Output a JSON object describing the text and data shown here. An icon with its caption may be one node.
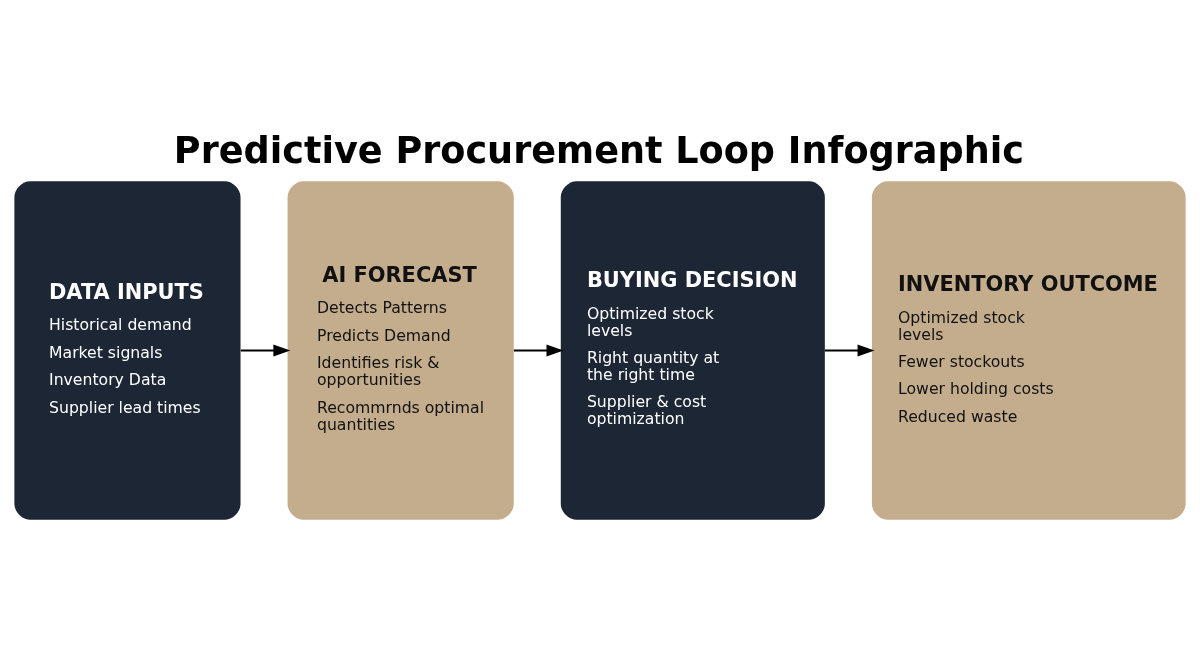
{
  "diagram": {
    "title": "Predictive Procurement Loop Infographic",
    "nodes": [
      {
        "text": [
          "DATA INPUTS",
          "Historical demand",
          "Market signals",
          "Inventory Data",
          "Supplier lead times"
        ]
      },
      {
        "text": [
          "AI FORECAST",
          "Detects Patterns",
          "Predicts Demand",
          "Identifies risk & opportunities",
          "Recommrnds optimal quantities"
        ]
      },
      {
        "text": [
          "BUYING DECISION",
          "Optimized stock levels",
          "Right quantity at the right time",
          "Supplier & cost optimization"
        ]
      },
      {
        "text": [
          "INVENTORY OUTCOME",
          "Optimized stock levels",
          "Fewer stockouts",
          "Lower holding costs",
          "Reduced waste"
        ]
      }
    ],
    "edges": [
      {
        "from": 0,
        "to": 1,
        "arrow": "to"
      },
      {
        "from": 1,
        "to": 2,
        "arrow": "to"
      },
      {
        "from": 2,
        "to": 3,
        "arrow": "to"
      }
    ]
  }
}
